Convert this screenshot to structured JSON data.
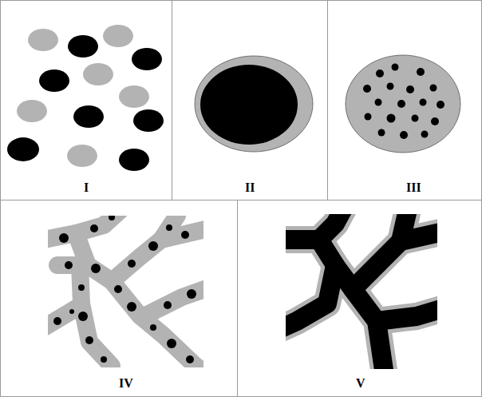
{
  "diagram": {
    "nodes": [
      {
        "text": [
          "I"
        ]
      },
      {
        "text": [
          "II"
        ]
      },
      {
        "text": [
          "III"
        ]
      },
      {
        "text": [
          "IV"
        ]
      },
      {
        "text": [
          "V"
        ]
      }
    ]
  }
}
